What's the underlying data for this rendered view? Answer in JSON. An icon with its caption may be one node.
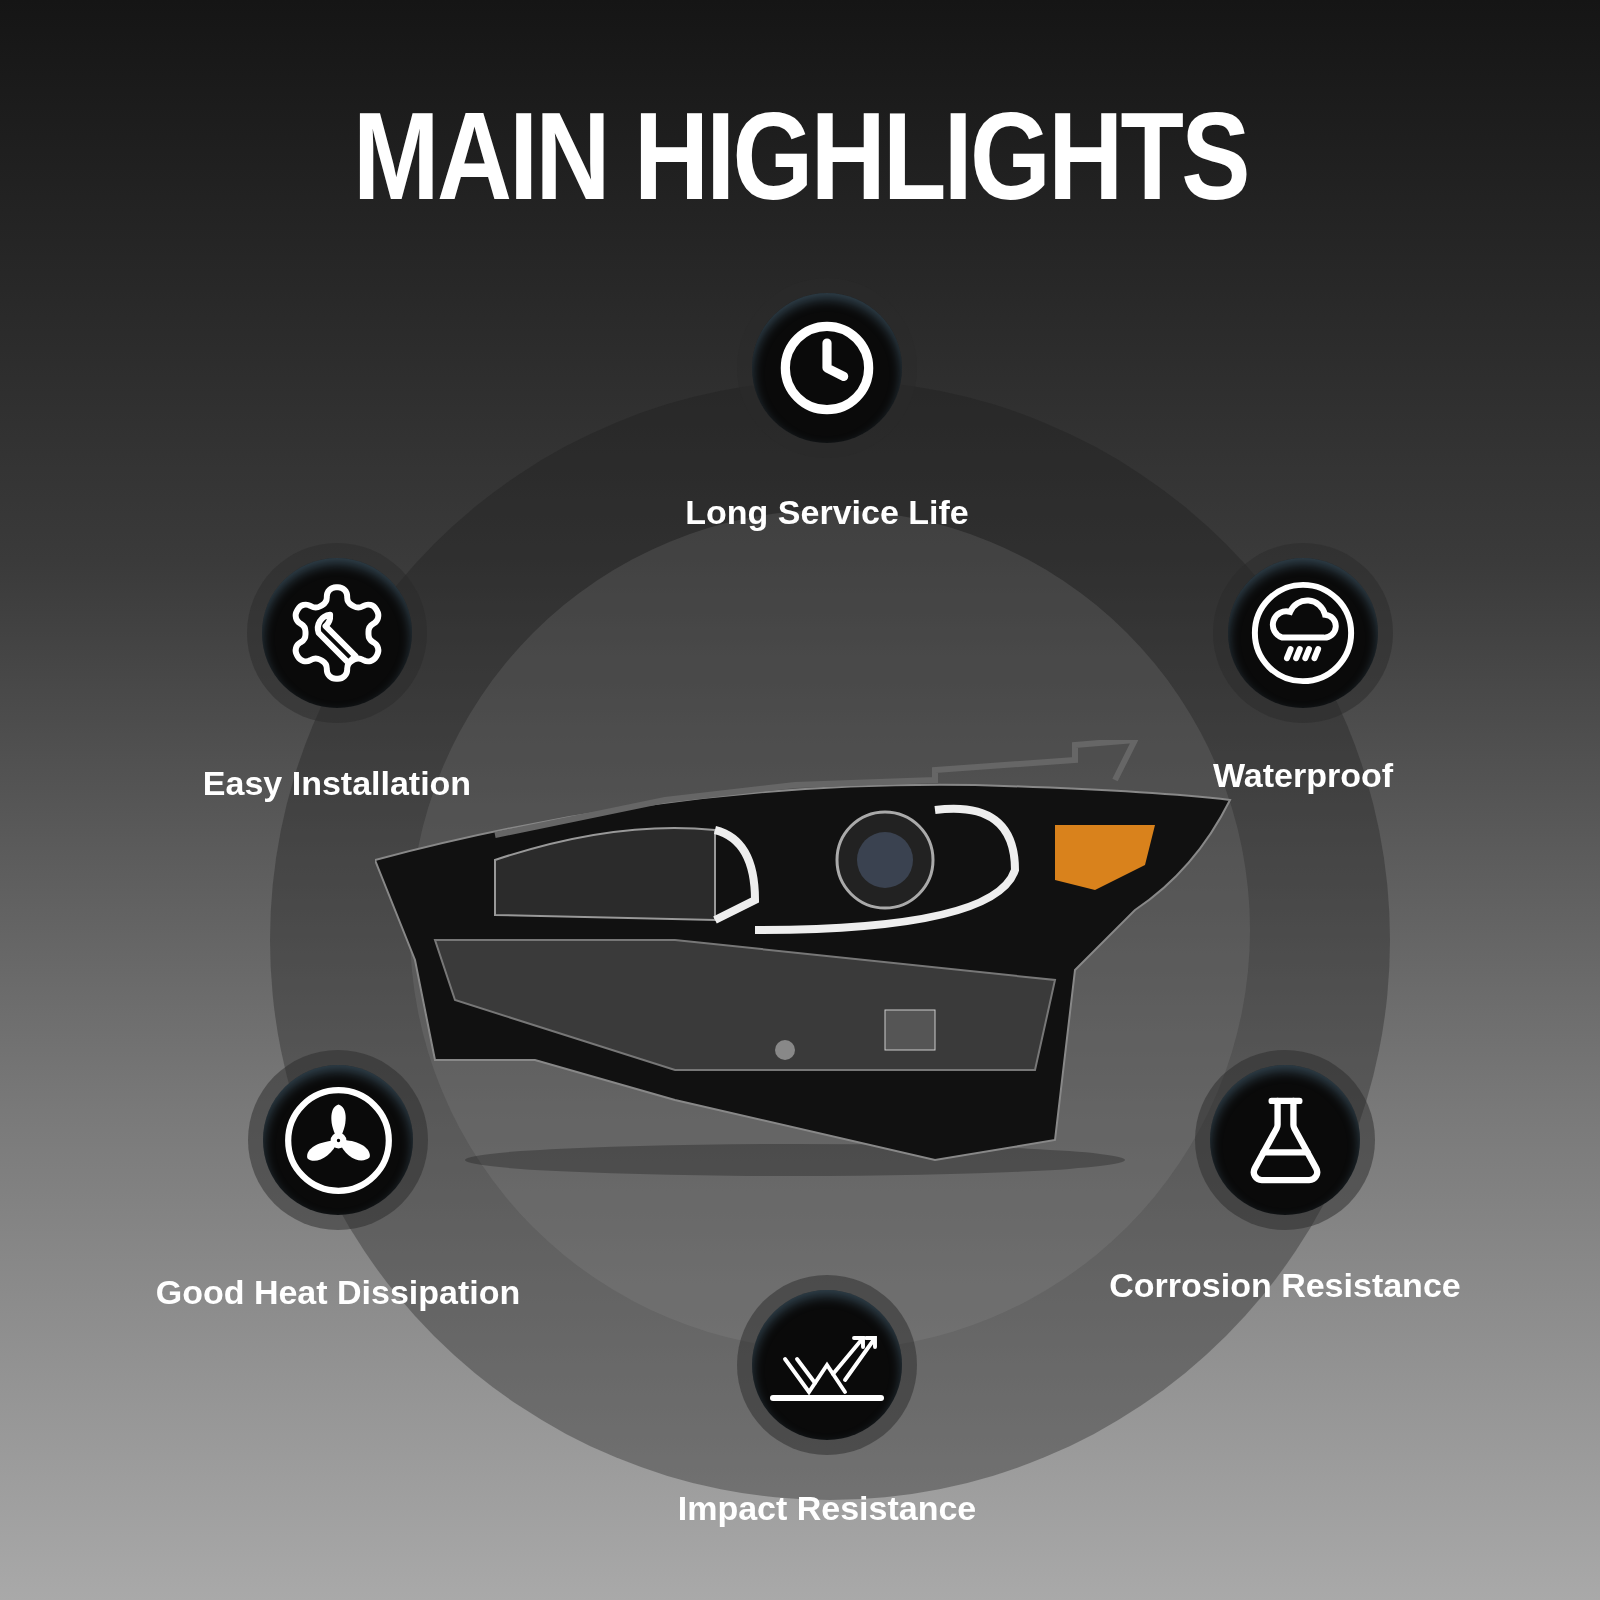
{
  "diagram": {
    "title": "MAIN HIGHLIGHTS",
    "nodes": [
      {
        "text": [
          "Long Service Life"
        ]
      },
      {
        "text": [
          "Easy Installation"
        ]
      },
      {
        "text": [
          "Waterproof"
        ]
      },
      {
        "text": [
          "Good Heat Dissipation"
        ]
      },
      {
        "text": [
          "Corrosion Resistance"
        ]
      },
      {
        "text": [
          "Impact Resistance"
        ]
      }
    ]
  }
}
